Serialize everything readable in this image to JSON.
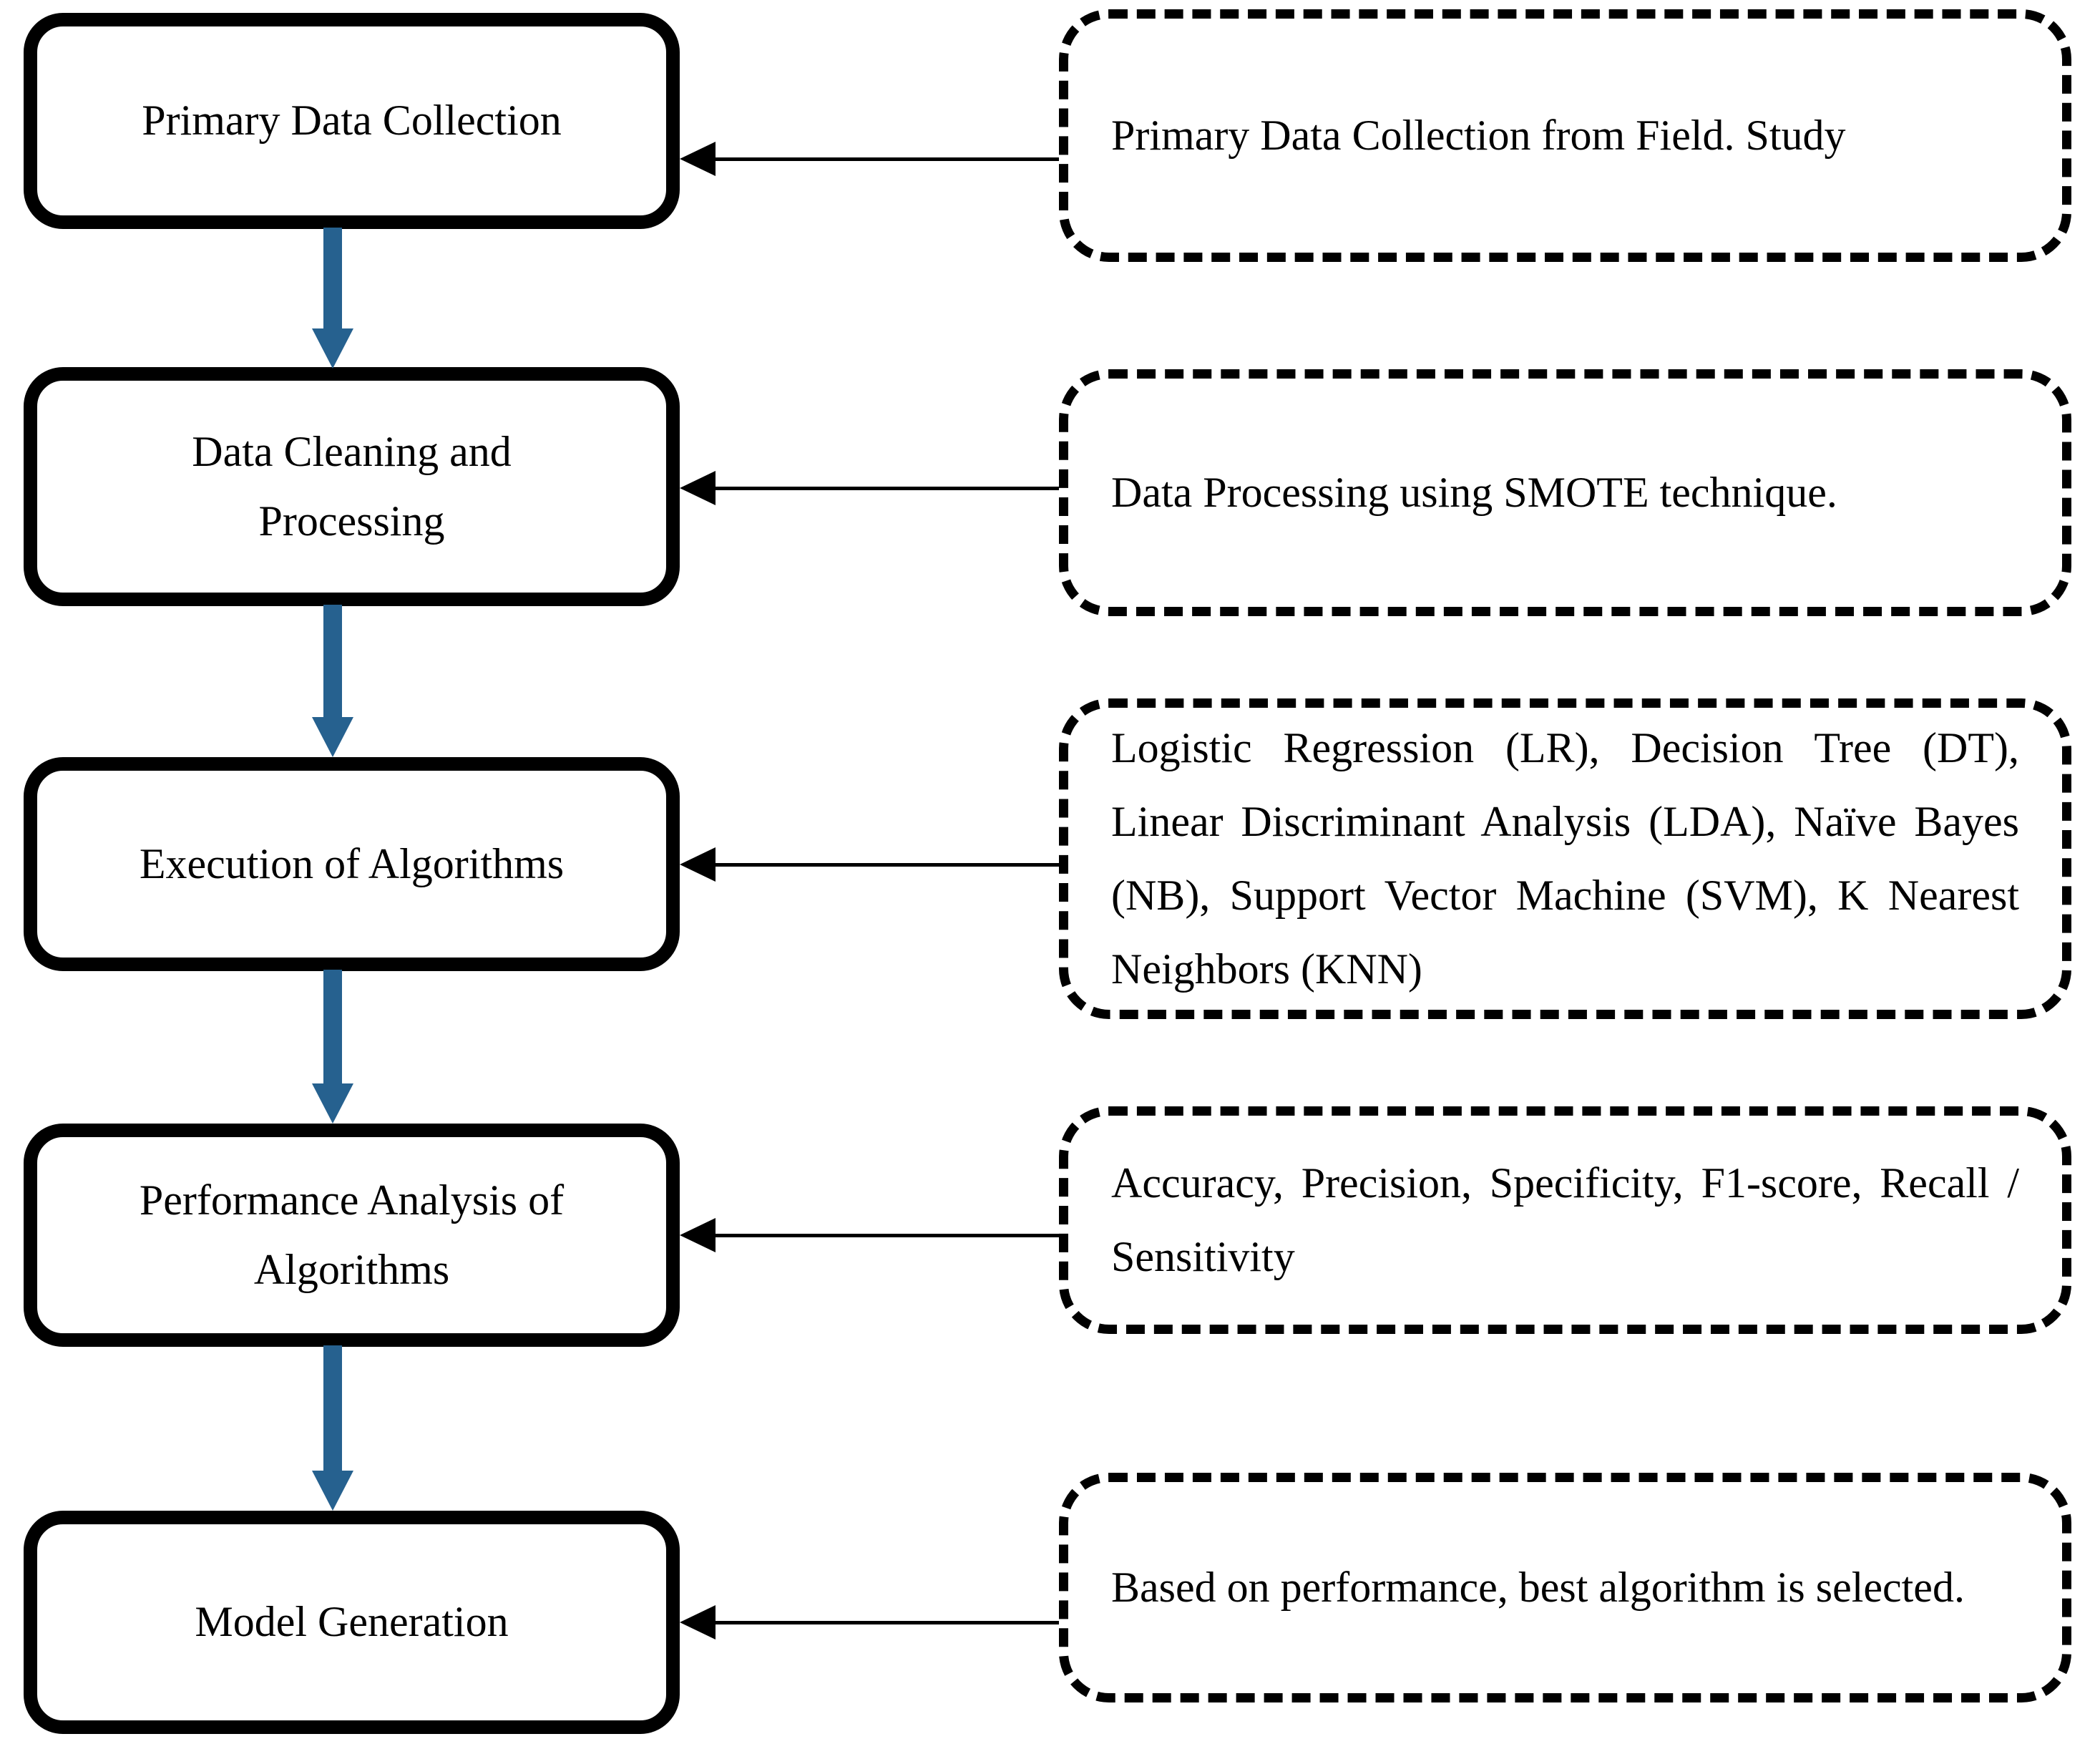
{
  "diagram": {
    "steps": [
      {
        "label": "Primary Data Collection",
        "note": "Primary Data Collection from Field. Study"
      },
      {
        "label": "Data Cleaning and\nProcessing",
        "note": "Data Processing using SMOTE technique."
      },
      {
        "label": "Execution of Algorithms",
        "note": "Logistic Regression (LR), Decision Tree (DT), Linear Discriminant Analysis (LDA), Naïve Bayes (NB), Support Vector Machine (SVM), K Nearest Neighbors (KNN)"
      },
      {
        "label": "Performance Analysis of\nAlgorithms",
        "note": "Accuracy, Precision, Specificity, F1-score, Recall / Sensitivity"
      },
      {
        "label": "Model Generation",
        "note": "Based on performance, best algorithm is selected."
      }
    ],
    "colors": {
      "flow_arrow_blue": "#26618F",
      "outline_black": "#000000",
      "background_white": "#FFFFFF"
    }
  }
}
